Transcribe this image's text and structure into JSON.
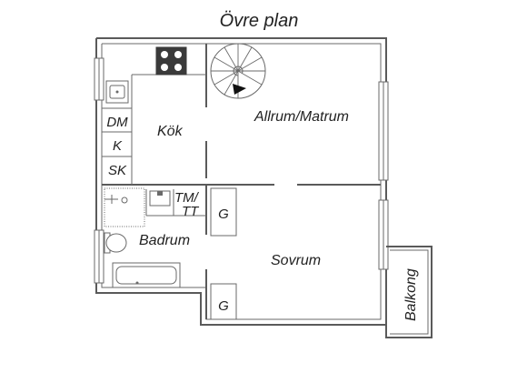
{
  "title": "Övre plan",
  "rooms": {
    "kitchen": "Kök",
    "living": "Allrum/Matrum",
    "bath": "Badrum",
    "bedroom": "Sovrum",
    "balcony": "Balkong"
  },
  "appliances": {
    "dishwasher": "DM",
    "fridge": "K",
    "freezer": "SK",
    "washer": "TM/",
    "dryer": "TT"
  },
  "closets": {
    "closet1": "G",
    "closet2": "G"
  }
}
